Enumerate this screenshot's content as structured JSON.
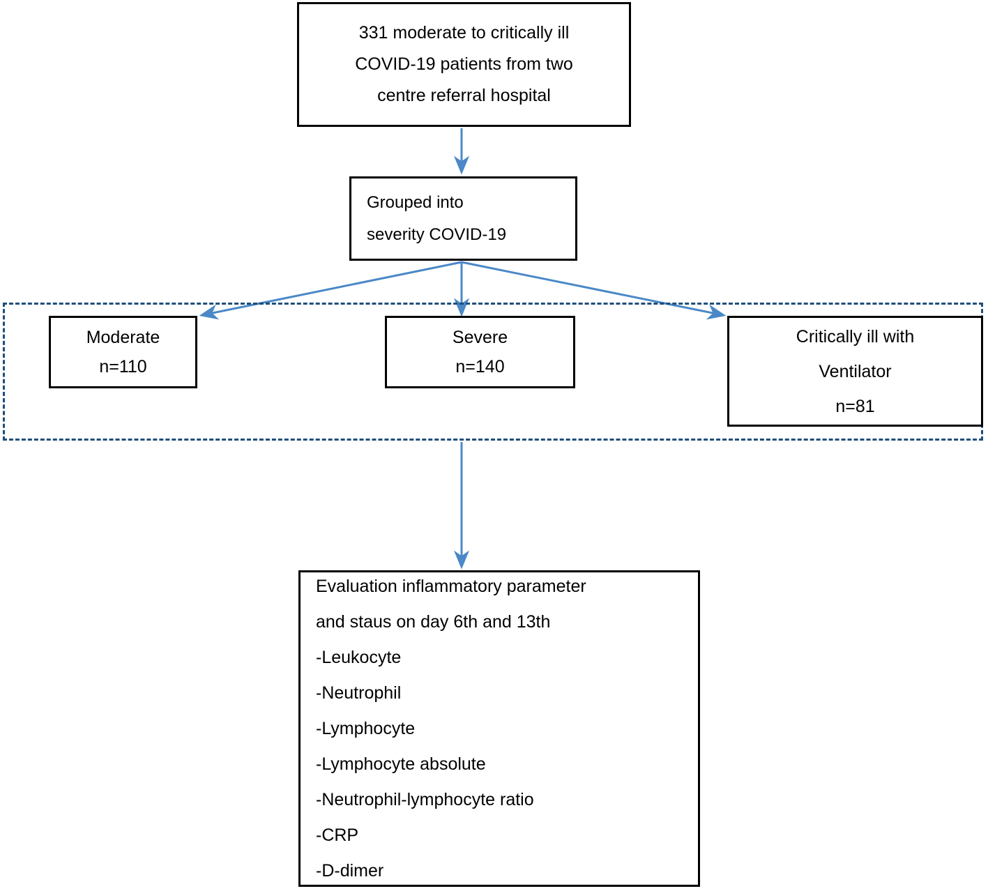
{
  "diagram": {
    "title": "COVID-19 severity grouping and inflammatory parameter evaluation flowchart",
    "accent_arrow_color": "#4A88C7",
    "group_border_color": "#1F4E79",
    "node_border_color": "#000000",
    "background_color": "#FFFFFF"
  },
  "nodes": {
    "source": {
      "lines": [
        "331 moderate to critically ill",
        "COVID-19 patients from two",
        "centre referral hospital"
      ]
    },
    "grouped": {
      "lines": [
        "Grouped into",
        "severity COVID-19"
      ]
    },
    "moderate": {
      "lines": [
        "Moderate",
        "n=110"
      ]
    },
    "severe": {
      "lines": [
        "Severe",
        "n=140"
      ]
    },
    "critical": {
      "lines": [
        "Critically ill with",
        "Ventilator",
        "n=81"
      ]
    },
    "evaluation": {
      "lines": [
        "Evaluation inflammatory parameter",
        "and staus on day 6th and 13th",
        "-Leukocyte",
        "-Neutrophil",
        "-Lymphocyte",
        "-Lymphocyte absolute",
        "-Neutrophil-lymphocyte ratio",
        "-CRP",
        "-D-dimer"
      ]
    }
  }
}
